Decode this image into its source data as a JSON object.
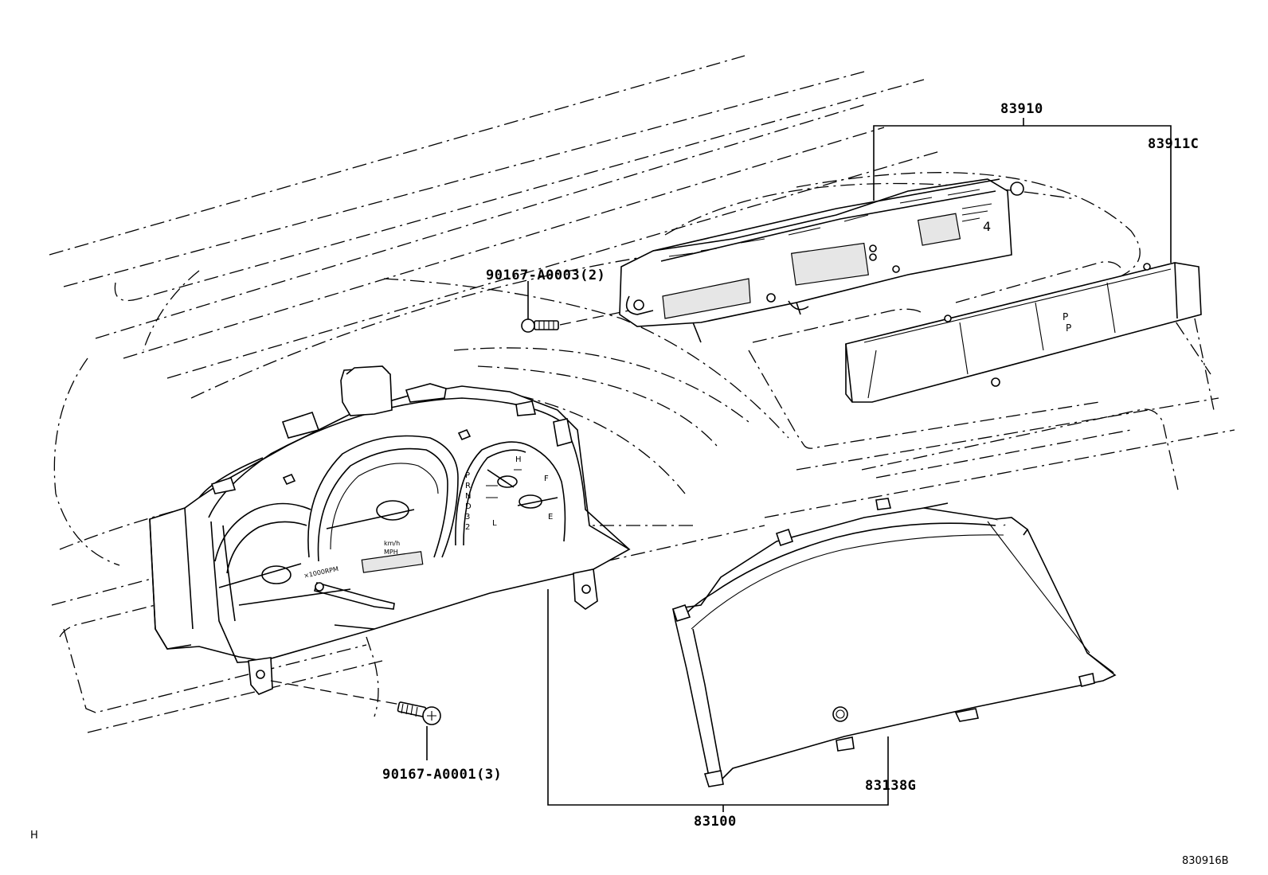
{
  "diagram": {
    "callouts": {
      "meter_combination": "83910",
      "glass_sub": "83911C",
      "screw_upper": "90167-A0003(2)",
      "screw_lower": "90167-A0001(3)",
      "gauge_assy": "83100",
      "lens_glass": "83138G"
    },
    "drawing_number": "830916B",
    "corner_mark": "H"
  }
}
